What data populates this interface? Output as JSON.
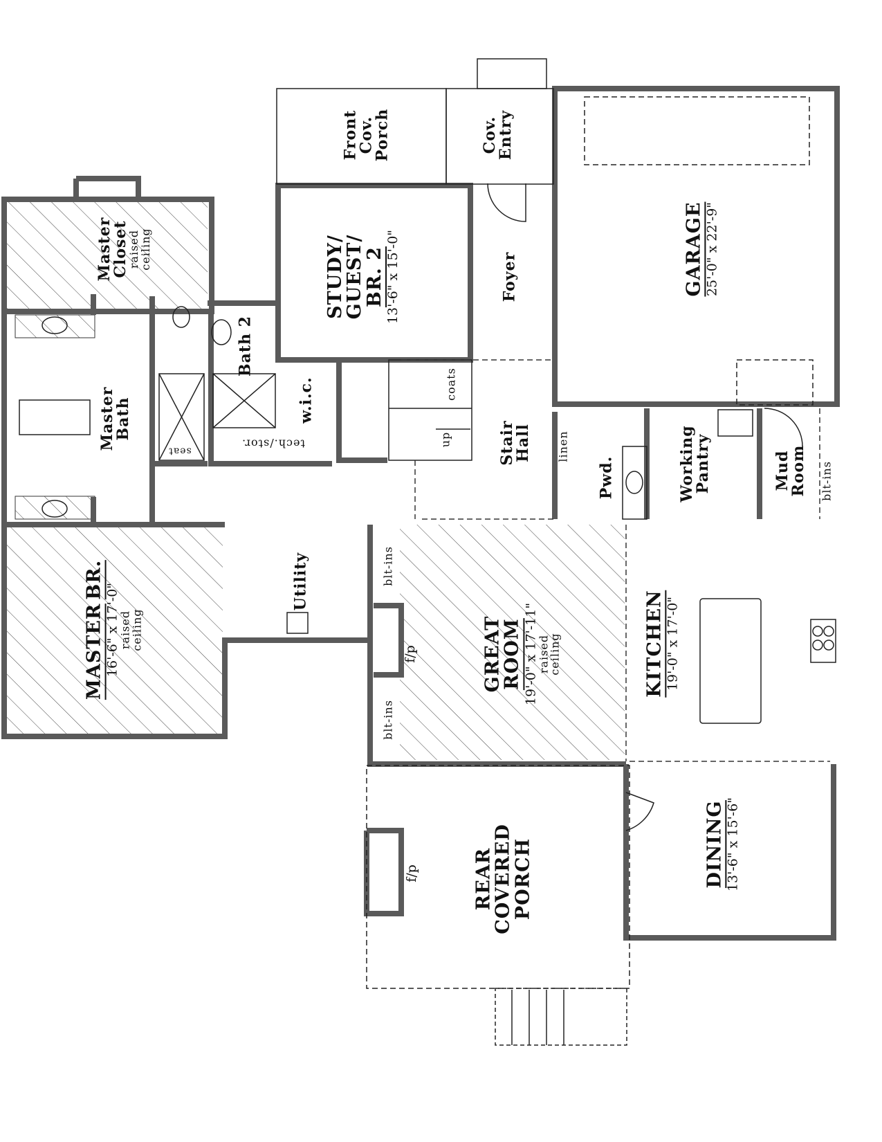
{
  "rooms": {
    "front_porch": {
      "lines": [
        "Front",
        "Cov.",
        "Porch"
      ]
    },
    "cov_entry": {
      "lines": [
        "Cov.",
        "Entry"
      ]
    },
    "garage": {
      "name": "GARAGE",
      "dim": "25'-0\" x 22'-9\""
    },
    "master_closet": {
      "lines": [
        "Master",
        "Closet"
      ],
      "note1": "raised",
      "note2": "ceiling"
    },
    "study": {
      "lines": [
        "STUDY/",
        "GUEST/",
        "BR. 2"
      ],
      "dim": "13'-6\" x 15'-0\""
    },
    "foyer": {
      "name": "Foyer"
    },
    "bath2": {
      "name": "Bath 2"
    },
    "wic": {
      "name": "w.i.c."
    },
    "coats": {
      "name": "coats"
    },
    "up": {
      "name": "up"
    },
    "stair_hall": {
      "lines": [
        "Stair",
        "Hall"
      ]
    },
    "master_bath": {
      "lines": [
        "Master",
        "Bath"
      ]
    },
    "seat": {
      "name": "seat"
    },
    "tech_stor": {
      "name": "tech./stor."
    },
    "linen": {
      "name": "linen"
    },
    "pwd": {
      "name": "Pwd."
    },
    "working_pantry": {
      "lines": [
        "Working",
        "Pantry"
      ]
    },
    "mud_room": {
      "lines": [
        "Mud",
        "Room"
      ]
    },
    "mud_builtins": {
      "name": "blt-ins"
    },
    "utility": {
      "name": "Utility"
    },
    "master_br": {
      "lines": [
        "MASTER",
        "BR."
      ],
      "dim": "16'-6\" x 17'-0\"",
      "note1": "raised",
      "note2": "ceiling"
    },
    "great_builtins_1": {
      "name": "blt-ins"
    },
    "great_fireplace": {
      "name": "f/p"
    },
    "great_builtins_2": {
      "name": "blt-ins"
    },
    "great_room": {
      "lines": [
        "GREAT",
        "ROOM"
      ],
      "dim": "19'-0\" x 17'-11\"",
      "note1": "raised",
      "note2": "ceiling"
    },
    "kitchen": {
      "name": "KITCHEN",
      "dim": "19'-0\" x 17'-0\""
    },
    "rear_porch": {
      "lines": [
        "REAR",
        "COVERED",
        "PORCH"
      ]
    },
    "porch_fireplace": {
      "name": "f/p"
    },
    "dining": {
      "name": "DINING",
      "dim": "13'-6\" x 15'-6\""
    }
  },
  "colors": {
    "wall": "#5a5a5a",
    "line": "#222222",
    "hatch": "#444444"
  }
}
